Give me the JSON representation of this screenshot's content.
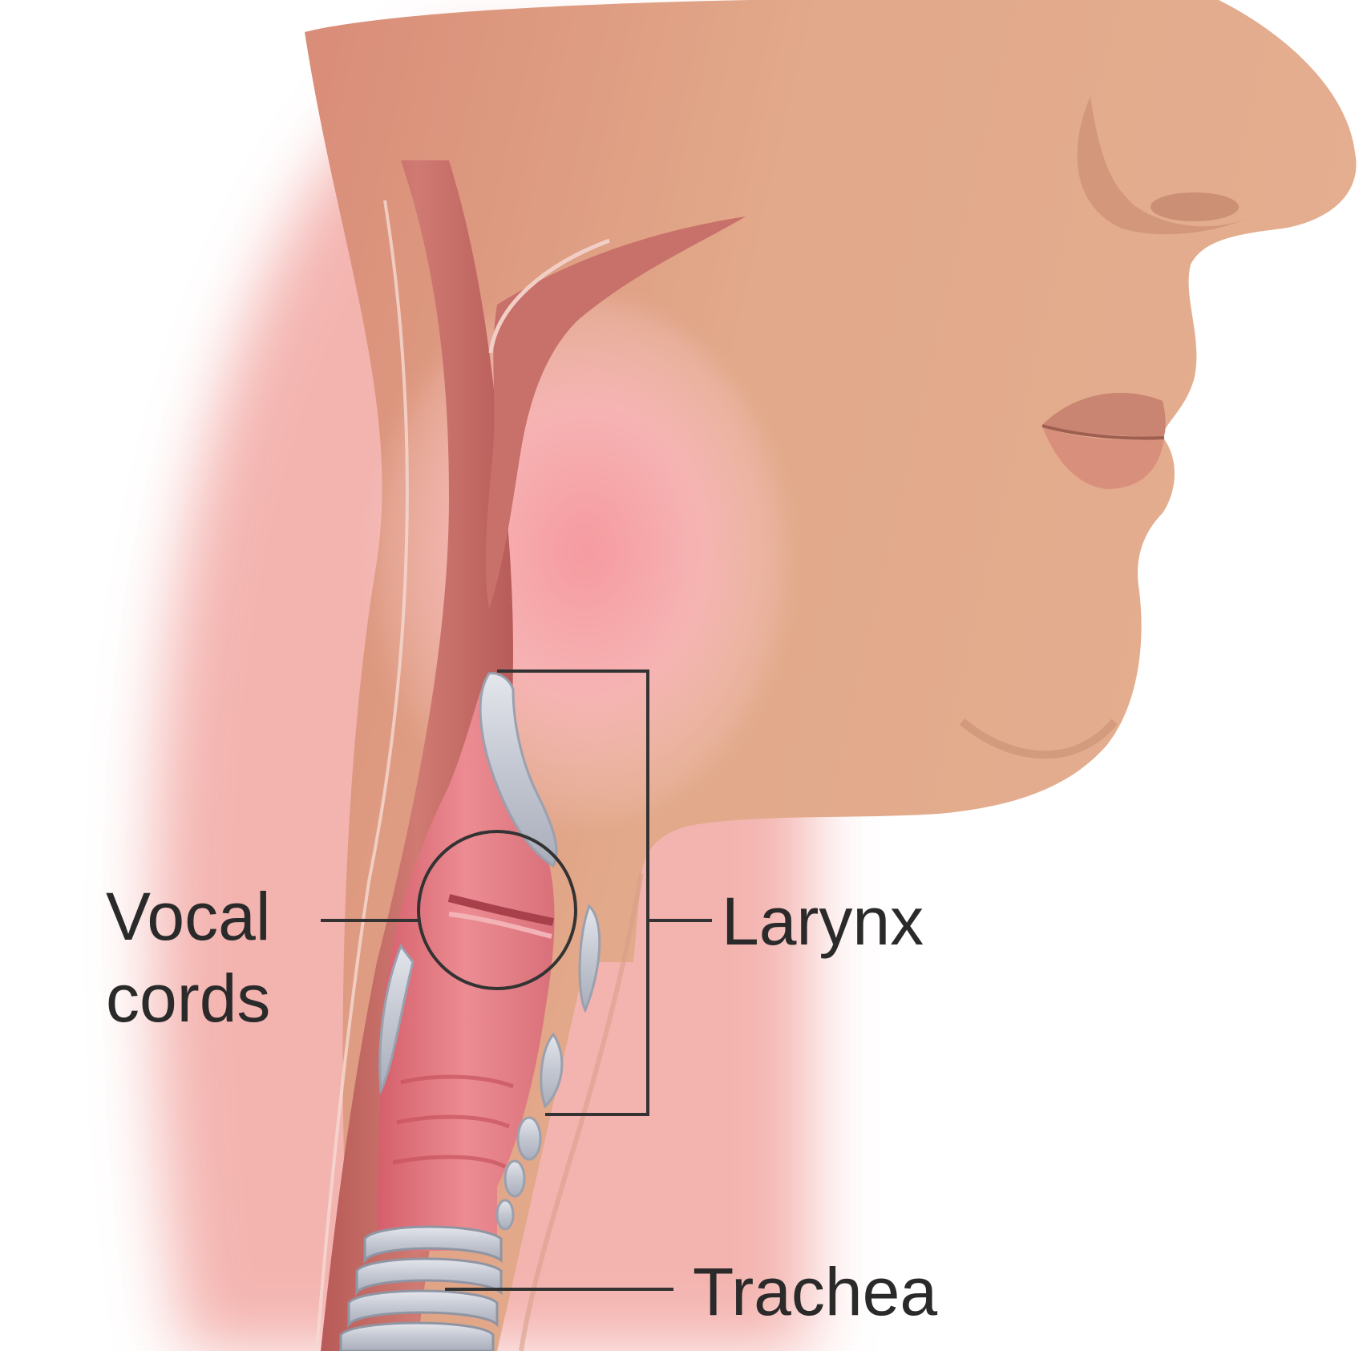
{
  "labels": {
    "vocal_cords": {
      "line1": "Vocal",
      "line2": "cords"
    },
    "larynx": "Larynx",
    "trachea": "Trachea"
  },
  "colors": {
    "skin": "#e2a98a",
    "skin_shadow": "#cf8f72",
    "tissue_pink": "#f3a6a6",
    "tissue_deep": "#c96460",
    "airway_red": "#d9707a",
    "cartilage_gray": "#c9ccd6",
    "leader_line": "#333333",
    "text": "#2a2a2a"
  }
}
